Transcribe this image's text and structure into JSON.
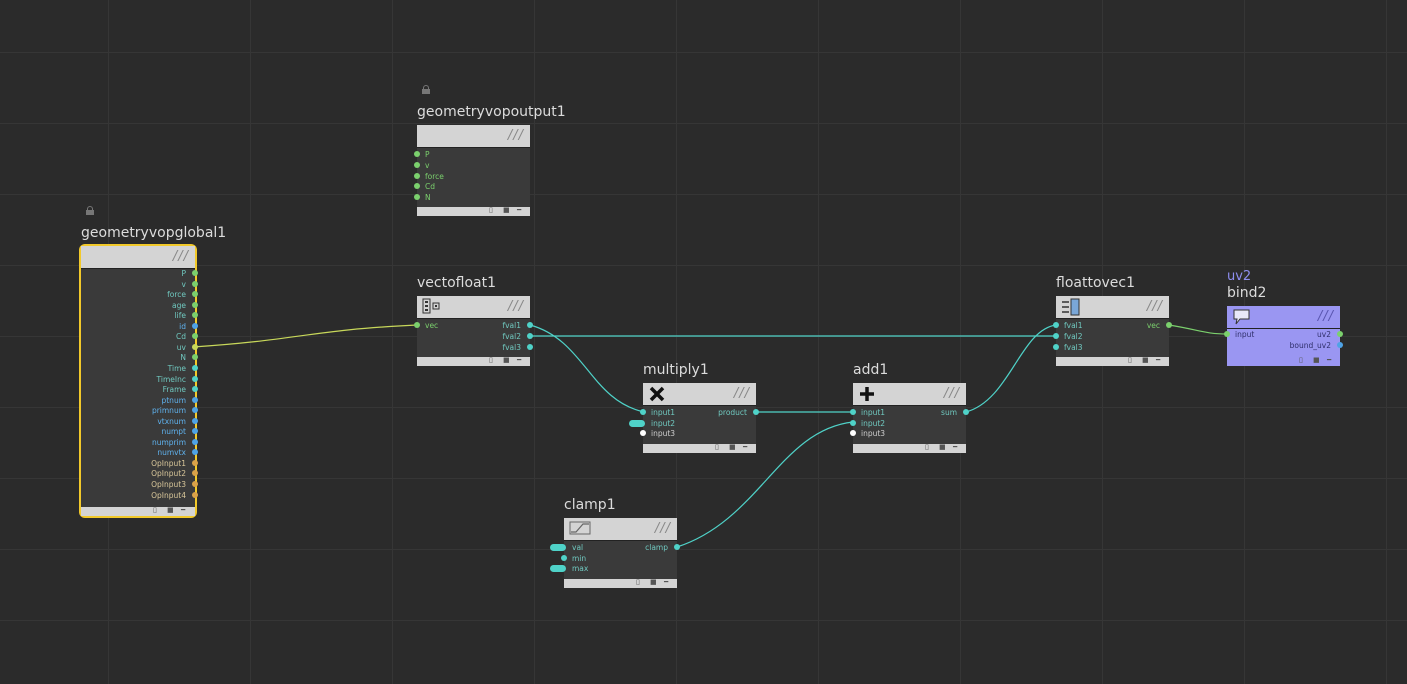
{
  "nodes": {
    "global": {
      "title": "geometryvopglobal1",
      "outputs": [
        {
          "label": "P",
          "color": "#7bd06d"
        },
        {
          "label": "v",
          "color": "#7bd06d"
        },
        {
          "label": "force",
          "color": "#7bd06d"
        },
        {
          "label": "age",
          "color": "#7bd06d"
        },
        {
          "label": "life",
          "color": "#7bd06d"
        },
        {
          "label": "id",
          "color": "#4ea3e6"
        },
        {
          "label": "Cd",
          "color": "#7bd06d"
        },
        {
          "label": "uv",
          "color": "#c8d85a"
        },
        {
          "label": "N",
          "color": "#7bd06d"
        },
        {
          "label": "Time",
          "color": "#4fd2c8"
        },
        {
          "label": "TimeInc",
          "color": "#4fd2c8"
        },
        {
          "label": "Frame",
          "color": "#4fd2c8"
        },
        {
          "label": "ptnum",
          "color": "#4ea3e6"
        },
        {
          "label": "primnum",
          "color": "#4ea3e6"
        },
        {
          "label": "vtxnum",
          "color": "#4ea3e6"
        },
        {
          "label": "numpt",
          "color": "#4ea3e6"
        },
        {
          "label": "numprim",
          "color": "#4ea3e6"
        },
        {
          "label": "numvtx",
          "color": "#4ea3e6"
        },
        {
          "label": "OpInput1",
          "color": "#d9a24a"
        },
        {
          "label": "OpInput2",
          "color": "#d9a24a"
        },
        {
          "label": "OpInput3",
          "color": "#d9a24a"
        },
        {
          "label": "OpInput4",
          "color": "#d9a24a"
        }
      ]
    },
    "output": {
      "title": "geometryvopoutput1",
      "inputs": [
        "P",
        "v",
        "force",
        "Cd",
        "N"
      ]
    },
    "vectofloat": {
      "title": "vectofloat1",
      "inputs": [
        "vec"
      ],
      "outputs": [
        "fval1",
        "fval2",
        "fval3"
      ]
    },
    "multiply": {
      "title": "multiply1",
      "inputs": [
        "input1",
        "input2",
        "input3"
      ],
      "outputs": [
        "product"
      ]
    },
    "add": {
      "title": "add1",
      "inputs": [
        "input1",
        "input2",
        "input3"
      ],
      "outputs": [
        "sum"
      ]
    },
    "clamp": {
      "title": "clamp1",
      "inputs": [
        "val",
        "min",
        "max"
      ],
      "outputs": [
        "clamp"
      ]
    },
    "floattovec": {
      "title": "floattovec1",
      "inputs": [
        "fval1",
        "fval2",
        "fval3"
      ],
      "outputs": [
        "vec"
      ]
    },
    "bind": {
      "context": "uv2",
      "title": "bind2",
      "inputs": [
        "input"
      ],
      "outputs": [
        "uv2",
        "bound_uv2"
      ]
    }
  },
  "colors": {
    "background": "#2b2b2b",
    "wire_float": "#4fd2c8",
    "wire_vector": "#c8d85a",
    "selection": "#f2c92a",
    "bind_node": "#9a96f2"
  }
}
